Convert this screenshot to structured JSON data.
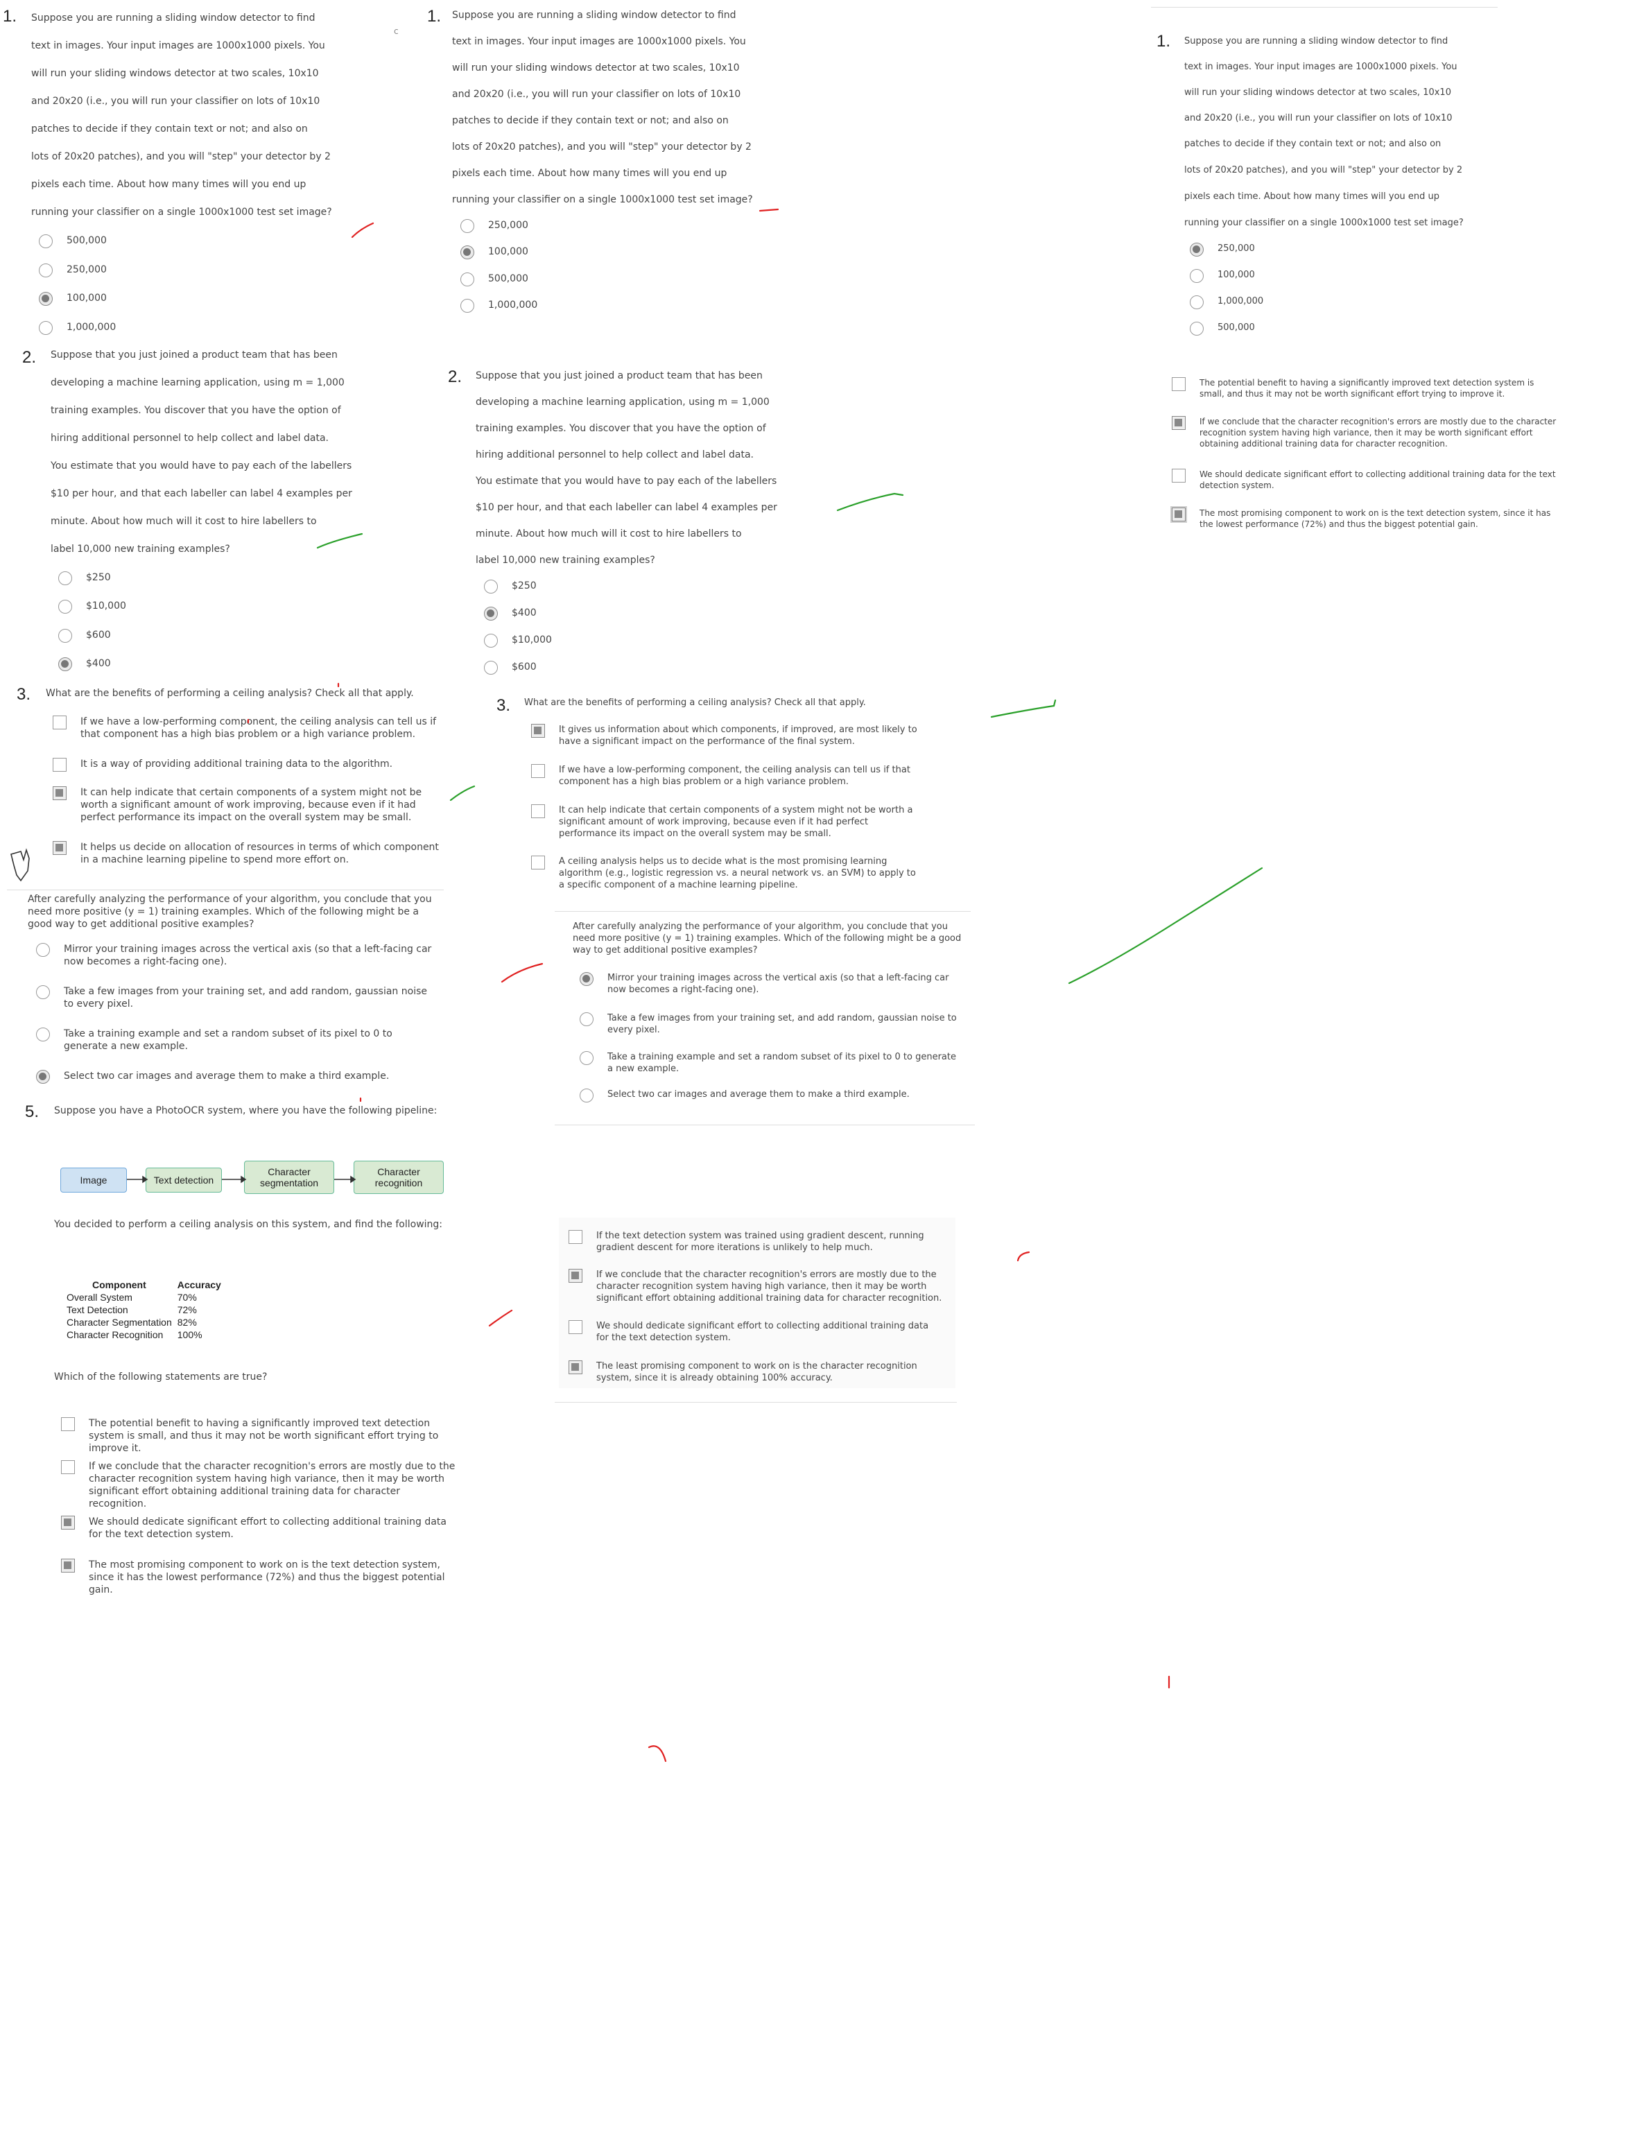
{
  "page": {
    "q1_prompt_lines": [
      "Suppose you are running a sliding window detector to find",
      "text in images. Your input images are 1000x1000 pixels. You",
      "will run your sliding windows detector at two scales, 10x10",
      "and 20x20 (i.e., you will run your classifier on lots of 10x10",
      "patches to decide if they contain text or not; and also on",
      "lots of 20x20 patches), and you will \"step\" your detector by 2",
      "pixels each time. About how many times will you end up",
      "running your classifier on a single 1000x1000 test set image?"
    ],
    "q2_prompt_lines": [
      "Suppose that you just joined a product team that has been",
      "developing a machine learning application, using m = 1,000",
      "training examples. You discover that you have the option of",
      "hiring additional personnel to help collect and label data.",
      "You estimate that you would have to pay each of the labellers",
      "$10 per hour, and that each labeller can label 4 examples per",
      "minute. About how much will it cost to hire labellers to",
      "label 10,000 new training examples?"
    ],
    "q3_prompt": "What are the benefits of performing a ceiling analysis? Check all that apply.",
    "q4_prompt": "After carefully analyzing the performance of your algorithm, you conclude that you need more positive (y = 1) training examples. Which of the following might be a good way to get additional positive examples?",
    "q4_opt_mirror": "Mirror your training images across the vertical axis (so that a left-facing car now becomes a right-facing one).",
    "q4_opt_noise": "Take a few images from your training set, and add random, gaussian noise to every pixel.",
    "q4_opt_subset": "Take a training example and set a random subset of its pixel to 0 to generate a new example.",
    "q4_opt_average": "Select two car images and average them to make a third example.",
    "q5_prompt": "Suppose you have a PhotoOCR system, where you have the following pipeline:",
    "q5_found": "You decided to perform a ceiling analysis on this system, and find the following:",
    "q5_which": "Which of the following statements are true?",
    "q5_opt_benefit": "The potential benefit to having a significantly improved text detection system is small, and thus it may not be worth significant effort trying to improve it.",
    "q5_opt_variance": "If we conclude that the character recognition's errors are mostly due to the character recognition system having high variance, then it may be worth significant effort obtaining additional training data for character recognition.",
    "q5_opt_dedicate": "We should dedicate significant effort to collecting additional training data for the text detection system.",
    "q5_opt_promising": "The most promising component to work on is the text detection system, since it has the lowest performance (72%) and thus the biggest potential gain.",
    "q5_opt_least": "The least promising component to work on is the character recognition system, since it is already obtaining 100% accuracy.",
    "q5_opt_gradient": "If the text detection system was trained using gradient descent, running gradient descent for more iterations is unlikely to help much.",
    "q3_opt_lowperf": "If we have a low-performing component, the ceiling analysis can tell us if that component has a high bias problem or a high variance problem.",
    "q3_opt_data": "It is a way of providing additional training data to the algorithm.",
    "q3_opt_notworth": "It can help indicate that certain components of a system might not be worth a significant amount of work improving, because even if it had perfect performance its impact on the overall system may be small.",
    "q3_opt_allocation": "It helps us decide on allocation of resources in terms of which component in a machine learning pipeline to spend more effort on.",
    "q3_opt_gives": "It gives us information about which components, if improved, are most likely to have a significant impact on the performance of the final system.",
    "q3_opt_algorithm": "A ceiling analysis helps us to decide what is the most promising learning algorithm (e.g., logistic regression vs. a neural network vs. an SVM) to apply to a specific component of a machine learning pipeline.",
    "n1": "1.",
    "n2": "2.",
    "n3": "3.",
    "n5": "5.",
    "o_500000": "500,000",
    "o_250000": "250,000",
    "o_100000": "100,000",
    "o_1000000": "1,000,000",
    "o_250": "$250",
    "o_10000": "$10,000",
    "o_600": "$600",
    "o_400": "$400",
    "pipeline": [
      "Image",
      "Text detection",
      "Character segmentation",
      "Character recognition"
    ],
    "table": {
      "headers": [
        "Component",
        "Accuracy"
      ],
      "rows": [
        [
          "Overall System",
          "70%"
        ],
        [
          "Text Detection",
          "72%"
        ],
        [
          "Character Segmentation",
          "82%"
        ],
        [
          "Character Recognition",
          "100%"
        ]
      ]
    },
    "tiny_mark": "c",
    "ink_colors": {
      "green": "#2aa02a",
      "red": "#e02020"
    }
  }
}
